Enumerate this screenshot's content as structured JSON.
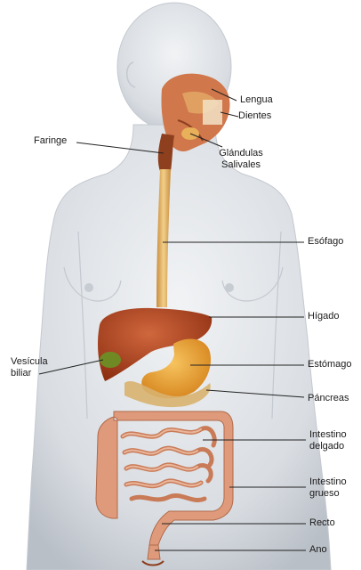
{
  "labels": {
    "lengua": "Lengua",
    "dientes": "Dientes",
    "faringe": "Faringe",
    "glandulas_1": "Glándulas",
    "glandulas_2": "Salivales",
    "esofago": "Esófago",
    "higado": "Hígado",
    "vesicula_1": "Vesícula",
    "vesicula_2": "biliar",
    "estomago": "Estómago",
    "pancreas": "Páncreas",
    "intestino_delgado_1": "Intestino",
    "intestino_delgado_2": "delgado",
    "intestino_grueso_1": "Intestino",
    "intestino_grueso_2": "grueso",
    "recto": "Recto",
    "ano": "Ano"
  },
  "colors": {
    "body": "#d9dde2",
    "body_shadow": "#b9bfc7",
    "esophagus": "#e4b46a",
    "liver": "#b5431f",
    "stomach": "#e9a034",
    "gallbladder": "#6f8a24",
    "intestine": "#de9a7a",
    "leader_line": "#222222"
  }
}
